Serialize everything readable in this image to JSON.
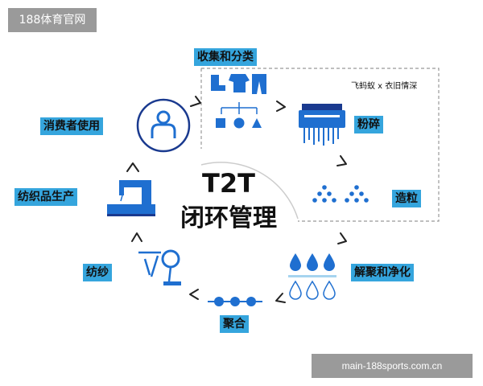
{
  "watermark": {
    "top": "188体育官网",
    "bottom": "main-188sports.com.cn"
  },
  "center": {
    "line1": "T2T",
    "line2": "闭环管理"
  },
  "brand": "飞蚂蚁 x 衣旧情深",
  "steps": {
    "collect": "收集和分类",
    "shred": "粉碎",
    "granulate": "造粒",
    "purify": "解聚和净化",
    "polymerize": "聚合",
    "spin": "纺纱",
    "produce": "纺织品生产",
    "use": "消费者使用"
  },
  "colors": {
    "accent": "#35a5dd",
    "primary": "#1f6fd0",
    "dark": "#1a3a8f",
    "light": "#a6d4ef",
    "border": "#999999"
  }
}
